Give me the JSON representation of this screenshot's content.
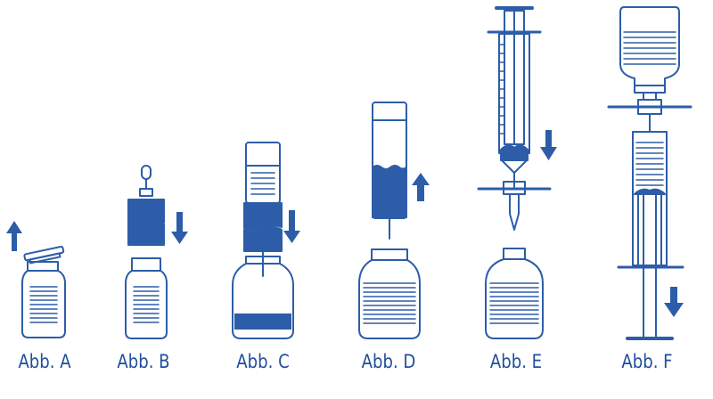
{
  "colors": {
    "stroke": "#2d5da8",
    "fill": "#2d5da8",
    "label": "#1f4e9c",
    "bg": "#ffffff"
  },
  "figures": [
    {
      "id": "a",
      "label": "Abb. A"
    },
    {
      "id": "b",
      "label": "Abb. B"
    },
    {
      "id": "c",
      "label": "Abb. C"
    },
    {
      "id": "d",
      "label": "Abb. D"
    },
    {
      "id": "e",
      "label": "Abb. E"
    },
    {
      "id": "f",
      "label": "Abb. F"
    }
  ]
}
